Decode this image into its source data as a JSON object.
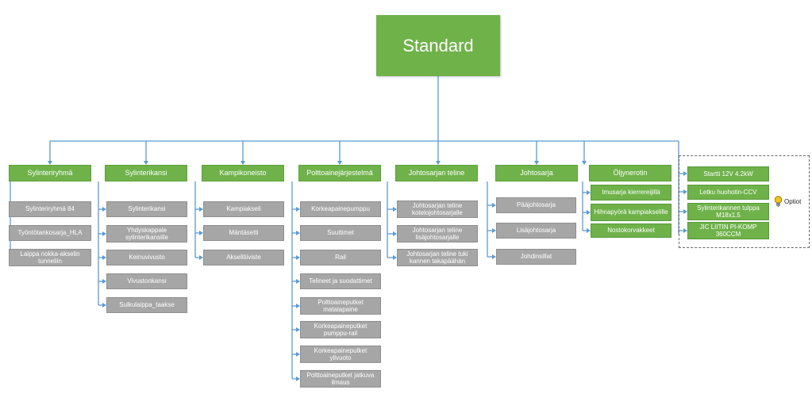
{
  "root": {
    "label": "Standard"
  },
  "categories": [
    {
      "label": "Sylinteriryhmä",
      "items": [
        "Sylinteriryhmä 84",
        "Työntötankosarja_HLA",
        "Laippa nokka-akselin tunneliin"
      ]
    },
    {
      "label": "Sylinterikansi",
      "items": [
        "Sylinterikansi",
        "Yhdyskappale sylinterikansille",
        "Keinuvivusto",
        "Vivustonkansi",
        "Sulkulaippa_taakse"
      ]
    },
    {
      "label": "Kampikoneisto",
      "items": [
        "Kampiakseli",
        "Mäntäsetti",
        "Akselitiiviste"
      ]
    },
    {
      "label": "Polttoainejärjestelmä",
      "items": [
        "Korkeapainepumppu",
        "Suuttimet",
        "Rail",
        "Telineet ja suodattimet",
        "Polttoaineputket matalapaine",
        "Korkeapaineputket pumppu-rail",
        "Korkeapaineputket ylivuoto",
        "Polttoaineputket jatkuva ilmaus"
      ]
    },
    {
      "label": "Johtosarjan teline",
      "items": [
        "Johtosarjan teline kotelojohtosarjalle",
        "Johtosarjan teline lisäjohtosarjalle",
        "Johtosarjan teline tuki kannen takapäähän"
      ]
    },
    {
      "label": "Johtosarja",
      "items": [
        "Pääjohtosarja",
        "Lisäjohtosarja",
        "Johdinsillat"
      ]
    },
    {
      "label": "Öljynerotin",
      "items": [
        "Imusarja kierrereijillä",
        "Hihnapyörä kampiakselille",
        "Nostokorvakkeet"
      ]
    }
  ],
  "options": {
    "items": [
      "Startti 12V 4.2kW",
      "Letku huohotin-CCV",
      "Sylinterikannen tulppa M18x1.5",
      "JIC LIITIN PI-KOMP 360CCM"
    ],
    "legend": "Optiot"
  },
  "colors": {
    "green": "#6fb24a",
    "gray": "#a6a6a6",
    "connector": "#5b9bd5",
    "dashed_border": "#6a6a6a"
  },
  "icons": {
    "legend": "lightbulb-icon"
  }
}
